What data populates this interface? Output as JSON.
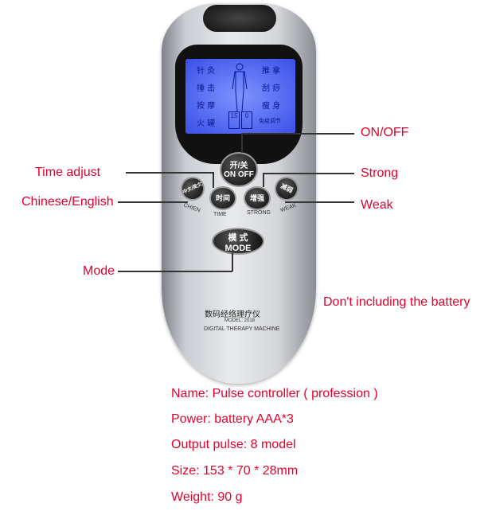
{
  "device": {
    "screen_labels": [
      "针 灸",
      "推 拿",
      "捶 击",
      "刮 痧",
      "按 摩",
      "瘦 身",
      "火 罐",
      "免疫调节"
    ],
    "timer_value": "15",
    "intensity_value": "0",
    "power_button": {
      "cn": "开/关",
      "en": "ON OFF"
    },
    "mode_button": {
      "cn": "模 式",
      "en": "MODE"
    },
    "lang_button": "中文/英文",
    "time_button": "时间",
    "strong_button": "增强",
    "weak_button": "减弱",
    "button_captions": [
      "CHIEN",
      "TIME",
      "STRONG",
      "WEAK"
    ],
    "brand_cn": "数码经络理疗仪",
    "model": "MODEL: 2018",
    "brand_en": "DIGITAL THERAPY MACHINE"
  },
  "callouts": {
    "on_off": "ON/OFF",
    "time_adjust": "Time adjust",
    "strong": "Strong",
    "chinese_english": "Chinese/English",
    "weak": "Weak",
    "mode": "Mode",
    "battery_note": "Don't including the battery"
  },
  "specs": [
    "Name: Pulse controller ( profession )",
    "Power: battery AAA*3",
    "Output pulse:  8 model",
    "Size: 153 * 70 * 28mm",
    "Weight: 90 g"
  ],
  "colors": {
    "accent": "#e3002b"
  }
}
